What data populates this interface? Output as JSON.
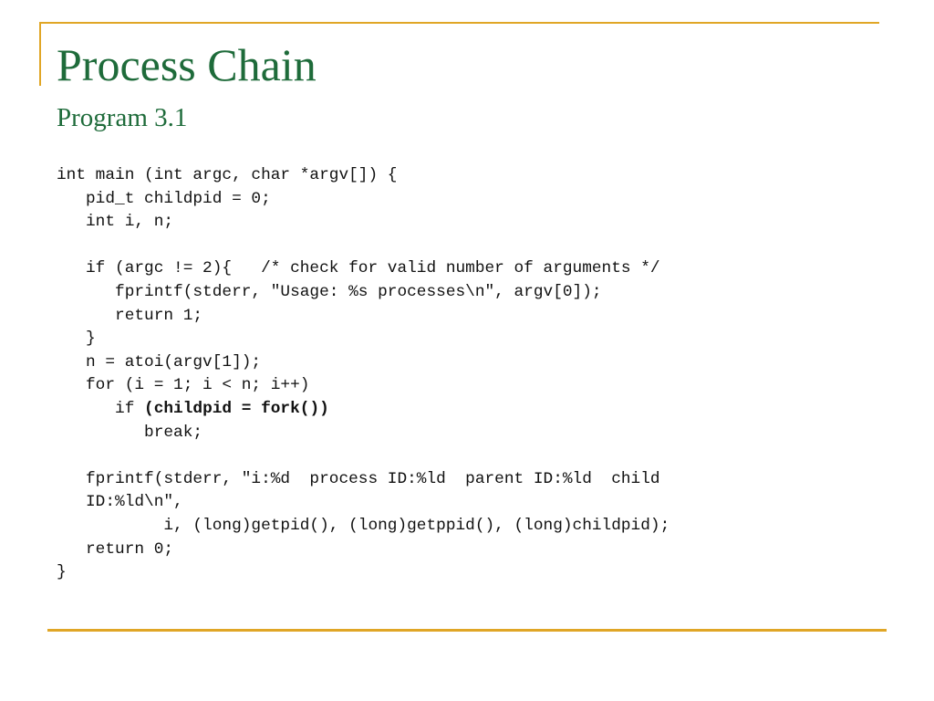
{
  "slide": {
    "title": "Process Chain",
    "subtitle": "Program 3.1",
    "accent_color": "#e0a626",
    "title_color": "#1e6b3a",
    "code": {
      "lines": [
        {
          "text": "int main (int argc, char *argv[]) {"
        },
        {
          "text": "   pid_t childpid = 0;"
        },
        {
          "text": "   int i, n;"
        },
        {
          "text": ""
        },
        {
          "text": "   if (argc != 2){   /* check for valid number of arguments */"
        },
        {
          "text": "      fprintf(stderr, \"Usage: %s processes\\n\", argv[0]);"
        },
        {
          "text": "      return 1;"
        },
        {
          "text": "   }"
        },
        {
          "text": "   n = atoi(argv[1]);"
        },
        {
          "text": "   for (i = 1; i < n; i++)"
        },
        {
          "prefix": "      if ",
          "bold": "(childpid = fork())"
        },
        {
          "text": "         break;"
        },
        {
          "text": ""
        },
        {
          "text": "   fprintf(stderr, \"i:%d  process ID:%ld  parent ID:%ld  child"
        },
        {
          "text": "   ID:%ld\\n\","
        },
        {
          "text": "           i, (long)getpid(), (long)getppid(), (long)childpid);"
        },
        {
          "text": "   return 0;"
        },
        {
          "text": "}"
        }
      ]
    }
  }
}
